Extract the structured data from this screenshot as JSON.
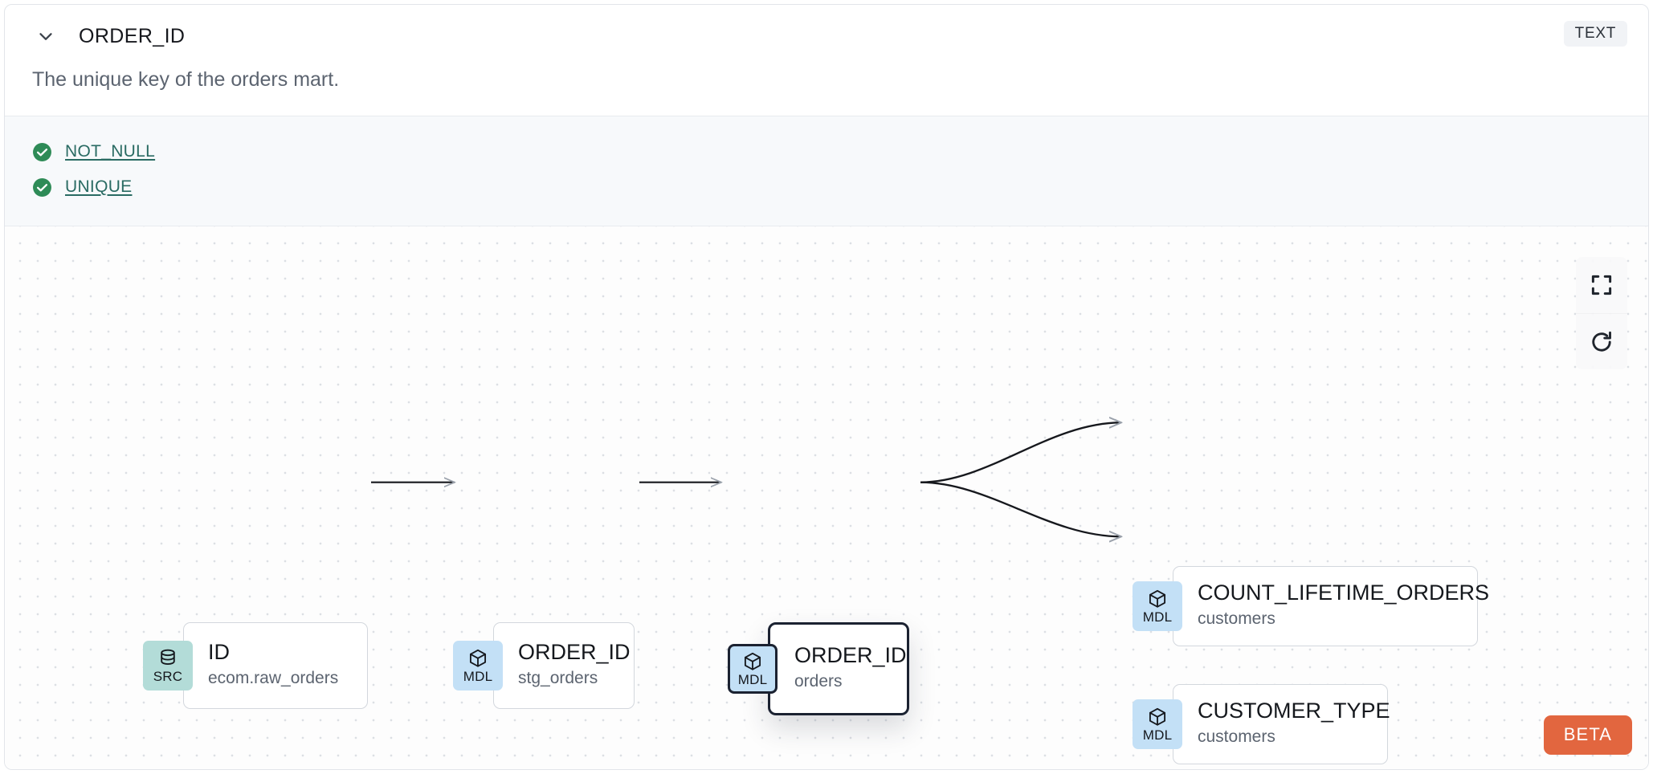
{
  "header": {
    "chevron_icon": "chevron-down-icon",
    "column_name": "ORDER_ID",
    "type_badge": "TEXT"
  },
  "description": "The unique key of the orders mart.",
  "tests": [
    {
      "icon": "check-circle-icon",
      "label": "NOT_NULL"
    },
    {
      "icon": "check-circle-icon",
      "label": "UNIQUE"
    }
  ],
  "lineage": {
    "nodes": [
      {
        "kind": "SRC",
        "icon": "database-icon",
        "name": "ID",
        "subtitle": "ecom.raw_orders",
        "selected": false
      },
      {
        "kind": "MDL",
        "icon": "cube-icon",
        "name": "ORDER_ID",
        "subtitle": "stg_orders",
        "selected": false
      },
      {
        "kind": "MDL",
        "icon": "cube-icon",
        "name": "ORDER_ID",
        "subtitle": "orders",
        "selected": true
      },
      {
        "kind": "MDL",
        "icon": "cube-icon",
        "name": "COUNT_LIFETIME_ORDERS",
        "subtitle": "customers",
        "selected": false
      },
      {
        "kind": "MDL",
        "icon": "cube-icon",
        "name": "CUSTOMER_TYPE",
        "subtitle": "customers",
        "selected": false
      }
    ],
    "controls": [
      {
        "icon": "fit-view-icon",
        "label": ""
      },
      {
        "icon": "refresh-icon",
        "label": ""
      }
    ],
    "beta_label": "BETA"
  },
  "colors": {
    "src_badge": "#b3dcd8",
    "mdl_badge": "#c3e0f6",
    "beta": "#e2663f",
    "test_link": "#2a6b63",
    "check": "#2e8b57",
    "selected_border": "#1b2231"
  }
}
